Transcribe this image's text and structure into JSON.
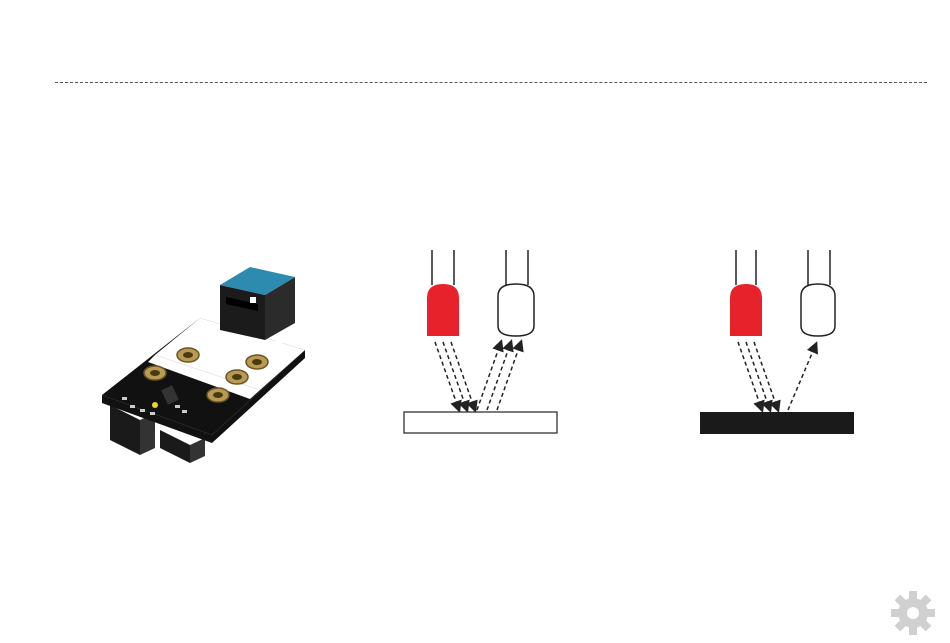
{
  "colors": {
    "emitter_led": "#e8222b",
    "receiver_led": "#ffffff",
    "outline": "#222222",
    "white_surface": "#ffffff",
    "black_surface": "#1a1a1a",
    "pcb": "#111111",
    "connector_cap": "#2e8bb0",
    "pad_gold": "#b99a55",
    "logo_gear": "#d0d0d0"
  },
  "icons": {
    "logo": "gear-icon"
  },
  "diagrams": [
    {
      "surface": "white",
      "reflection": "strong"
    },
    {
      "surface": "black",
      "reflection": "weak"
    }
  ]
}
